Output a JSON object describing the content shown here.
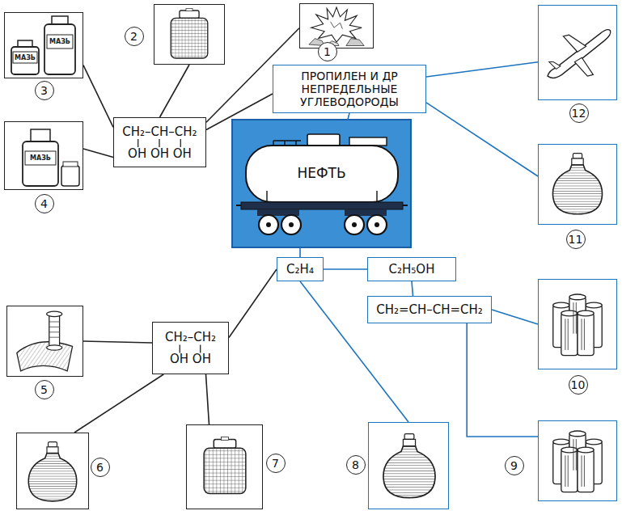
{
  "diagram": {
    "nodes": [
      {
        "text": [
          "3"
        ]
      },
      {
        "text": [
          "2"
        ]
      },
      {
        "text": [
          "1"
        ]
      },
      {
        "text": [
          "12"
        ]
      },
      {
        "text": [
          "CH₂–CH–CH₂",
          "OH OH OH"
        ]
      },
      {
        "text": [
          "ПРОПИЛЕН И ДР НЕПРЕДЕЛЬНЫЕ УГЛЕВОДОРОДЫ"
        ]
      },
      {
        "text": [
          "4"
        ]
      },
      {
        "text": [
          "11"
        ]
      },
      {
        "text": [
          "НЕФТЬ"
        ]
      },
      {
        "text": [
          "C₂H₄"
        ]
      },
      {
        "text": [
          "C₂H₅OH"
        ]
      },
      {
        "text": [
          "CH₂=CH–CH=CH₂"
        ]
      },
      {
        "text": [
          "10"
        ]
      },
      {
        "text": [
          "5"
        ]
      },
      {
        "text": [
          "CH₂–CH₂",
          "OH OH"
        ]
      },
      {
        "text": [
          "9"
        ]
      },
      {
        "text": [
          "6"
        ]
      },
      {
        "text": [
          "7"
        ]
      },
      {
        "text": [
          "8"
        ]
      }
    ],
    "edges": [
      {
        "from": 5,
        "to": 4,
        "arrow": "none"
      },
      {
        "from": 4,
        "to": 2,
        "arrow": "none"
      },
      {
        "from": 4,
        "to": 1,
        "arrow": "none"
      },
      {
        "from": 4,
        "to": 0,
        "arrow": "none"
      },
      {
        "from": 4,
        "to": 6,
        "arrow": "none"
      },
      {
        "from": 5,
        "to": 3,
        "arrow": "none"
      },
      {
        "from": 5,
        "to": 7,
        "arrow": "none"
      },
      {
        "from": 8,
        "to": 5,
        "arrow": "none"
      },
      {
        "from": 8,
        "to": 9,
        "arrow": "none"
      },
      {
        "from": 9,
        "to": 10,
        "arrow": "none"
      },
      {
        "from": 10,
        "to": 11,
        "arrow": "none"
      },
      {
        "from": 11,
        "to": 12,
        "arrow": "none"
      },
      {
        "from": 11,
        "to": 15,
        "arrow": "none"
      },
      {
        "from": 9,
        "to": 18,
        "arrow": "none"
      },
      {
        "from": 9,
        "to": 14,
        "arrow": "none"
      },
      {
        "from": 14,
        "to": 13,
        "arrow": "none"
      },
      {
        "from": 14,
        "to": 16,
        "arrow": "none"
      },
      {
        "from": 14,
        "to": 17,
        "arrow": "none"
      }
    ],
    "labels": [
      "МАЗЬ",
      "МАЗЬ",
      "МАЗЬ"
    ]
  }
}
